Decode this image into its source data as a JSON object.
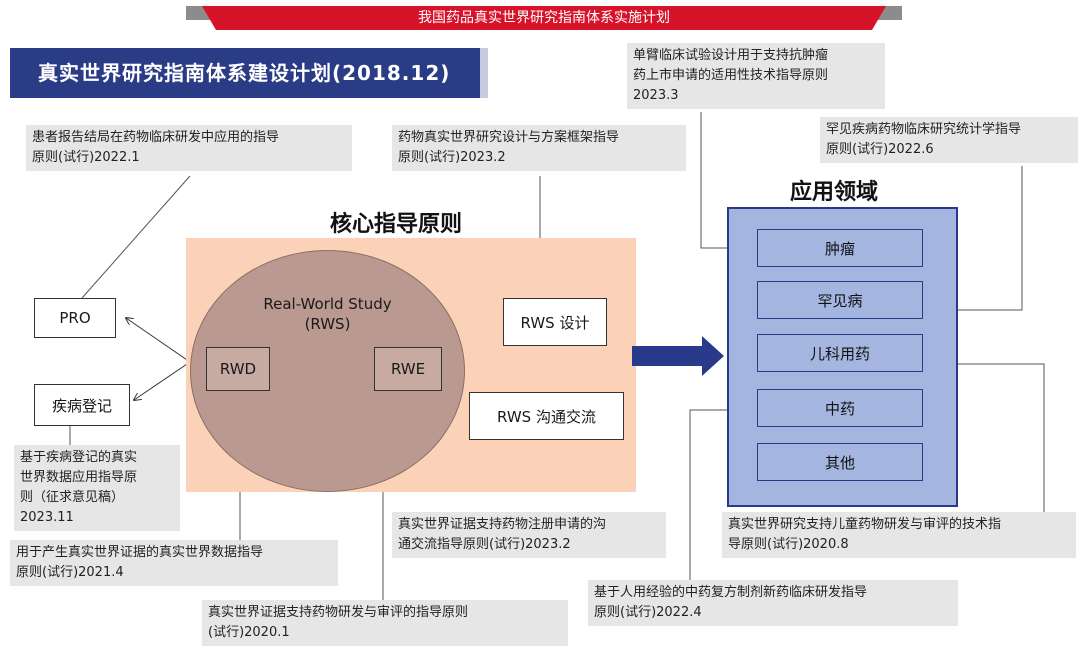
{
  "banner": {
    "title": "我国药品真实世界研究指南体系实施计划"
  },
  "main_title": "真实世界研究指南体系建设计划(2018.12)",
  "headings": {
    "core": "核心指导原则",
    "application": "应用领域"
  },
  "core": {
    "rws_title_line1": "Real-World Study",
    "rws_title_line2": "(RWS)",
    "rwd": "RWD",
    "rwe": "RWE",
    "rws_design": "RWS 设计",
    "rws_communication": "RWS 沟通交流"
  },
  "data_sources": {
    "pro": "PRO",
    "registry": "疾病登记"
  },
  "application_areas": [
    "肿瘤",
    "罕见病",
    "儿科用药",
    "中药",
    "其他"
  ],
  "notes": {
    "pro_guideline": {
      "line1": "患者报告结局在药物临床研发中应用的指导",
      "line2": "原则(试行)2022.1"
    },
    "design_framework": {
      "line1": "药物真实世界研究设计与方案框架指导",
      "line2": "原则(试行)2023.2"
    },
    "single_arm": {
      "line1": "单臂临床试验设计用于支持抗肿瘤",
      "line2": "药上市申请的适用性技术指导原则",
      "line3": "2023.3"
    },
    "rare_disease": {
      "line1": "罕见疾病药物临床研究统计学指导",
      "line2": "原则(试行)2022.6"
    },
    "registry_guideline": {
      "line1": "基于疾病登记的真实",
      "line2": "世界数据应用指导原",
      "line3": "则（征求意见稿）",
      "line4": "2023.11"
    },
    "rwd_guideline": {
      "line1": "用于产生真实世界证据的真实世界数据指导",
      "line2": "原则(试行)2021.4"
    },
    "rwe_guideline": {
      "line1": "真实世界证据支持药物研发与审评的指导原则",
      "line2": "(试行)2020.1"
    },
    "communication_guideline": {
      "line1": "真实世界证据支持药物注册申请的沟",
      "line2": "通交流指导原则(试行)2023.2"
    },
    "pediatric_guideline": {
      "line1": "真实世界研究支持儿童药物研发与审评的技术指",
      "line2": "导原则(试行)2020.8"
    },
    "tcm_guideline": {
      "line1": "基于人用经验的中药复方制剂新药临床研发指导",
      "line2": "原则(试行)2022.4"
    }
  },
  "colors": {
    "banner_red": "#d7132a",
    "title_navy": "#2b3c86",
    "core_peach": "#fbd2b8",
    "rws_circle": "#b99990",
    "app_blue": "#a4b6e0",
    "arrow_navy": "#2a3a8a",
    "note_gray": "#e6e6e6"
  }
}
